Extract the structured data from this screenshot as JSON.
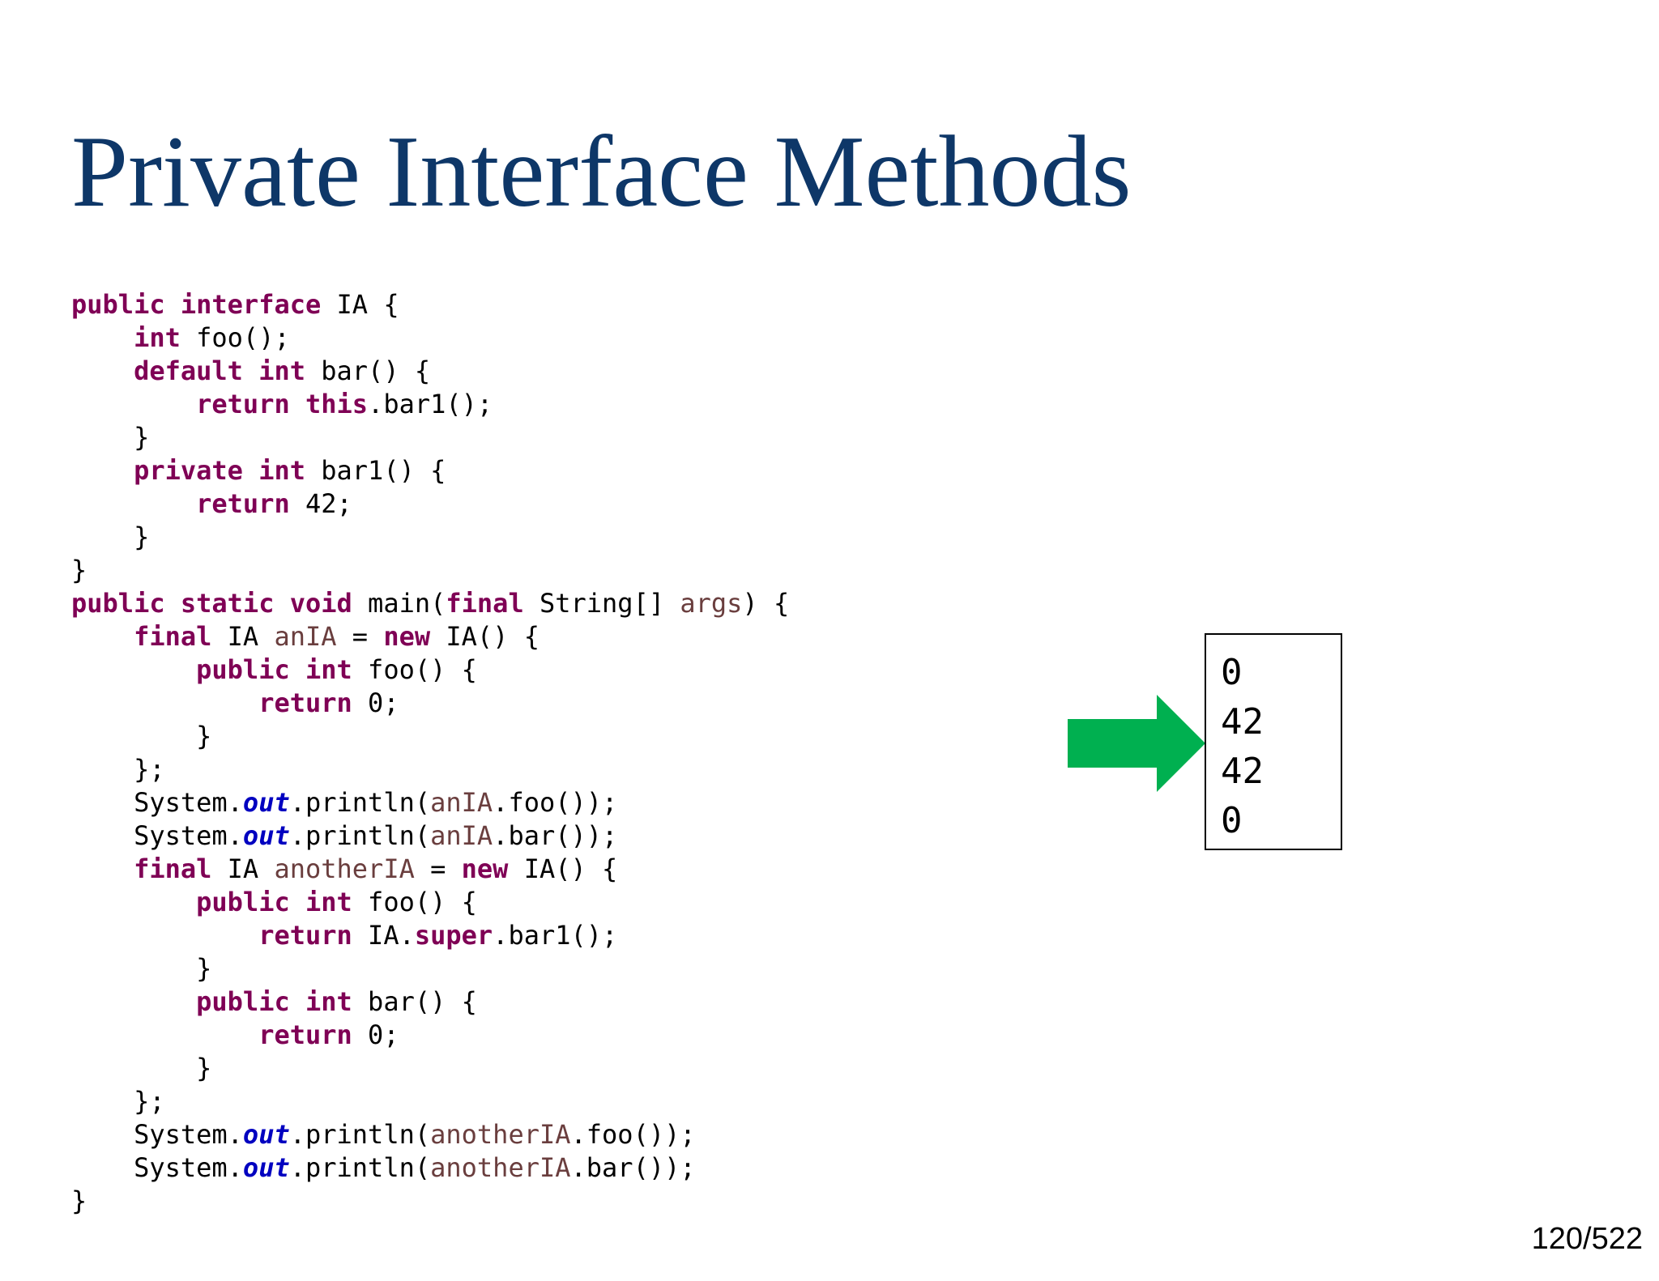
{
  "slide": {
    "title": "Private Interface Methods",
    "page_number": "120/522"
  },
  "code": {
    "lines": [
      [
        {
          "t": "kw",
          "s": "public"
        },
        {
          "t": "plain",
          "s": " "
        },
        {
          "t": "kw",
          "s": "interface"
        },
        {
          "t": "plain",
          "s": " IA {"
        }
      ],
      [
        {
          "t": "plain",
          "s": "    "
        },
        {
          "t": "kw",
          "s": "int"
        },
        {
          "t": "plain",
          "s": " foo();"
        }
      ],
      [
        {
          "t": "plain",
          "s": "    "
        },
        {
          "t": "kw",
          "s": "default"
        },
        {
          "t": "plain",
          "s": " "
        },
        {
          "t": "kw",
          "s": "int"
        },
        {
          "t": "plain",
          "s": " bar() {"
        }
      ],
      [
        {
          "t": "plain",
          "s": "        "
        },
        {
          "t": "kw",
          "s": "return"
        },
        {
          "t": "plain",
          "s": " "
        },
        {
          "t": "kw",
          "s": "this"
        },
        {
          "t": "plain",
          "s": ".bar1();"
        }
      ],
      [
        {
          "t": "plain",
          "s": "    }"
        }
      ],
      [
        {
          "t": "plain",
          "s": "    "
        },
        {
          "t": "kw",
          "s": "private"
        },
        {
          "t": "plain",
          "s": " "
        },
        {
          "t": "kw",
          "s": "int"
        },
        {
          "t": "plain",
          "s": " bar1() {"
        }
      ],
      [
        {
          "t": "plain",
          "s": "        "
        },
        {
          "t": "kw",
          "s": "return"
        },
        {
          "t": "plain",
          "s": " 42;"
        }
      ],
      [
        {
          "t": "plain",
          "s": "    }"
        }
      ],
      [
        {
          "t": "plain",
          "s": "}"
        }
      ],
      [
        {
          "t": "kw",
          "s": "public"
        },
        {
          "t": "plain",
          "s": " "
        },
        {
          "t": "kw",
          "s": "static"
        },
        {
          "t": "plain",
          "s": " "
        },
        {
          "t": "kw",
          "s": "void"
        },
        {
          "t": "plain",
          "s": " main("
        },
        {
          "t": "kw",
          "s": "final"
        },
        {
          "t": "plain",
          "s": " String[] "
        },
        {
          "t": "var",
          "s": "args"
        },
        {
          "t": "plain",
          "s": ") {"
        }
      ],
      [
        {
          "t": "plain",
          "s": "    "
        },
        {
          "t": "kw",
          "s": "final"
        },
        {
          "t": "plain",
          "s": " IA "
        },
        {
          "t": "var",
          "s": "anIA"
        },
        {
          "t": "plain",
          "s": " = "
        },
        {
          "t": "kw",
          "s": "new"
        },
        {
          "t": "plain",
          "s": " IA() {"
        }
      ],
      [
        {
          "t": "plain",
          "s": "        "
        },
        {
          "t": "kw",
          "s": "public"
        },
        {
          "t": "plain",
          "s": " "
        },
        {
          "t": "kw",
          "s": "int"
        },
        {
          "t": "plain",
          "s": " foo() {"
        }
      ],
      [
        {
          "t": "plain",
          "s": "            "
        },
        {
          "t": "kw",
          "s": "return"
        },
        {
          "t": "plain",
          "s": " 0;"
        }
      ],
      [
        {
          "t": "plain",
          "s": "        }"
        }
      ],
      [
        {
          "t": "plain",
          "s": "    };"
        }
      ],
      [
        {
          "t": "plain",
          "s": "    System."
        },
        {
          "t": "field",
          "s": "out"
        },
        {
          "t": "plain",
          "s": ".println("
        },
        {
          "t": "var",
          "s": "anIA"
        },
        {
          "t": "plain",
          "s": ".foo());"
        }
      ],
      [
        {
          "t": "plain",
          "s": "    System."
        },
        {
          "t": "field",
          "s": "out"
        },
        {
          "t": "plain",
          "s": ".println("
        },
        {
          "t": "var",
          "s": "anIA"
        },
        {
          "t": "plain",
          "s": ".bar());"
        }
      ],
      [
        {
          "t": "plain",
          "s": "    "
        },
        {
          "t": "kw",
          "s": "final"
        },
        {
          "t": "plain",
          "s": " IA "
        },
        {
          "t": "var",
          "s": "anotherIA"
        },
        {
          "t": "plain",
          "s": " = "
        },
        {
          "t": "kw",
          "s": "new"
        },
        {
          "t": "plain",
          "s": " IA() {"
        }
      ],
      [
        {
          "t": "plain",
          "s": "        "
        },
        {
          "t": "kw",
          "s": "public"
        },
        {
          "t": "plain",
          "s": " "
        },
        {
          "t": "kw",
          "s": "int"
        },
        {
          "t": "plain",
          "s": " foo() {"
        }
      ],
      [
        {
          "t": "plain",
          "s": "            "
        },
        {
          "t": "kw",
          "s": "return"
        },
        {
          "t": "plain",
          "s": " IA."
        },
        {
          "t": "kw",
          "s": "super"
        },
        {
          "t": "plain",
          "s": ".bar1();"
        }
      ],
      [
        {
          "t": "plain",
          "s": "        }"
        }
      ],
      [
        {
          "t": "plain",
          "s": "        "
        },
        {
          "t": "kw",
          "s": "public"
        },
        {
          "t": "plain",
          "s": " "
        },
        {
          "t": "kw",
          "s": "int"
        },
        {
          "t": "plain",
          "s": " bar() {"
        }
      ],
      [
        {
          "t": "plain",
          "s": "            "
        },
        {
          "t": "kw",
          "s": "return"
        },
        {
          "t": "plain",
          "s": " 0;"
        }
      ],
      [
        {
          "t": "plain",
          "s": "        }"
        }
      ],
      [
        {
          "t": "plain",
          "s": "    };"
        }
      ],
      [
        {
          "t": "plain",
          "s": "    System."
        },
        {
          "t": "field",
          "s": "out"
        },
        {
          "t": "plain",
          "s": ".println("
        },
        {
          "t": "var",
          "s": "anotherIA"
        },
        {
          "t": "plain",
          "s": ".foo());"
        }
      ],
      [
        {
          "t": "plain",
          "s": "    System."
        },
        {
          "t": "field",
          "s": "out"
        },
        {
          "t": "plain",
          "s": ".println("
        },
        {
          "t": "var",
          "s": "anotherIA"
        },
        {
          "t": "plain",
          "s": ".bar());"
        }
      ],
      [
        {
          "t": "plain",
          "s": "}"
        }
      ]
    ]
  },
  "output": {
    "lines": [
      "0",
      "42",
      "42",
      "0"
    ]
  },
  "arrow": {
    "icon": "right-arrow-icon",
    "color": "#00b050"
  },
  "colors": {
    "title": "#0e3768",
    "keyword": "#7f0055",
    "static_field": "#0000c0",
    "local_variable": "#6a3e3e"
  }
}
